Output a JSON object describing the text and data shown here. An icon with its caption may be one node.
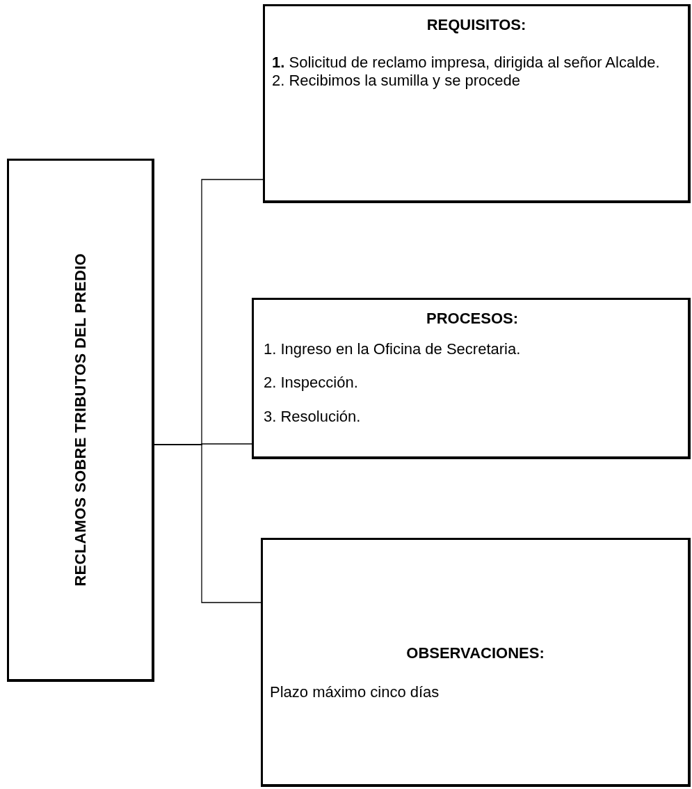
{
  "diagram": {
    "nodes": [
      {
        "text": [
          "RECLAMOS SOBRE TRIBUTOS DEL PREDIO"
        ]
      },
      {
        "text": [
          "REQUISITOS:",
          "**1.** Solicitud de reclamo impresa, dirigida al señor Alcalde.",
          "2. Recibimos la sumilla y se procede"
        ]
      },
      {
        "text": [
          "PROCESOS:",
          "1. Ingreso en la Oficina de Secretaria.",
          "2. Inspección.",
          "3. Resolución."
        ]
      },
      {
        "text": [
          "OBSERVACIONES:",
          "Plazo máximo cinco días"
        ]
      }
    ],
    "edges": [
      {
        "from": 0,
        "to": 1,
        "arrow": "none"
      },
      {
        "from": 0,
        "to": 2,
        "arrow": "none"
      },
      {
        "from": 0,
        "to": 3,
        "arrow": "none"
      }
    ]
  }
}
